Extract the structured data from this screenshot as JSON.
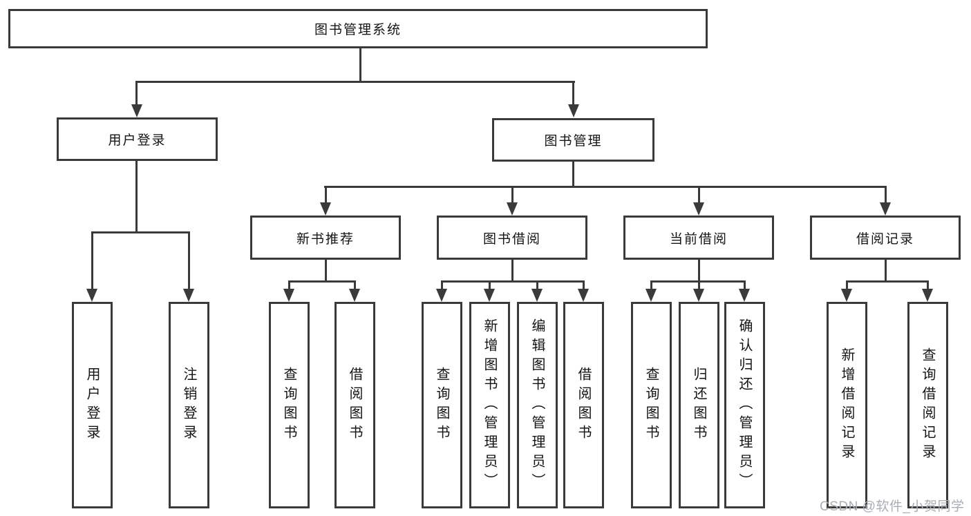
{
  "diagram": {
    "root": {
      "label": "图书管理系统"
    },
    "level2": [
      {
        "label": "用户登录",
        "children": [
          {
            "label": "用户登录"
          },
          {
            "label": "注销登录"
          }
        ]
      },
      {
        "label": "图书管理",
        "children": [
          {
            "label": "新书推荐",
            "children": [
              {
                "label": "查询图书"
              },
              {
                "label": "借阅图书"
              }
            ]
          },
          {
            "label": "图书借阅",
            "children": [
              {
                "label": "查询图书"
              },
              {
                "label": "新增图书（管理员）"
              },
              {
                "label": "编辑图书（管理员）"
              },
              {
                "label": "借阅图书"
              }
            ]
          },
          {
            "label": "当前借阅",
            "children": [
              {
                "label": "查询图书"
              },
              {
                "label": "归还图书"
              },
              {
                "label": "确认归还（管理员）"
              }
            ]
          },
          {
            "label": "借阅记录",
            "children": [
              {
                "label": "新增借阅记录"
              },
              {
                "label": "查询借阅记录"
              }
            ]
          }
        ]
      }
    ]
  },
  "watermark": {
    "text": "CSDN @软件_小贺同学"
  },
  "colors": {
    "line": "#3a3a3a",
    "text": "#141414",
    "watermark": "#a9aeb3",
    "background": "#ffffff"
  }
}
